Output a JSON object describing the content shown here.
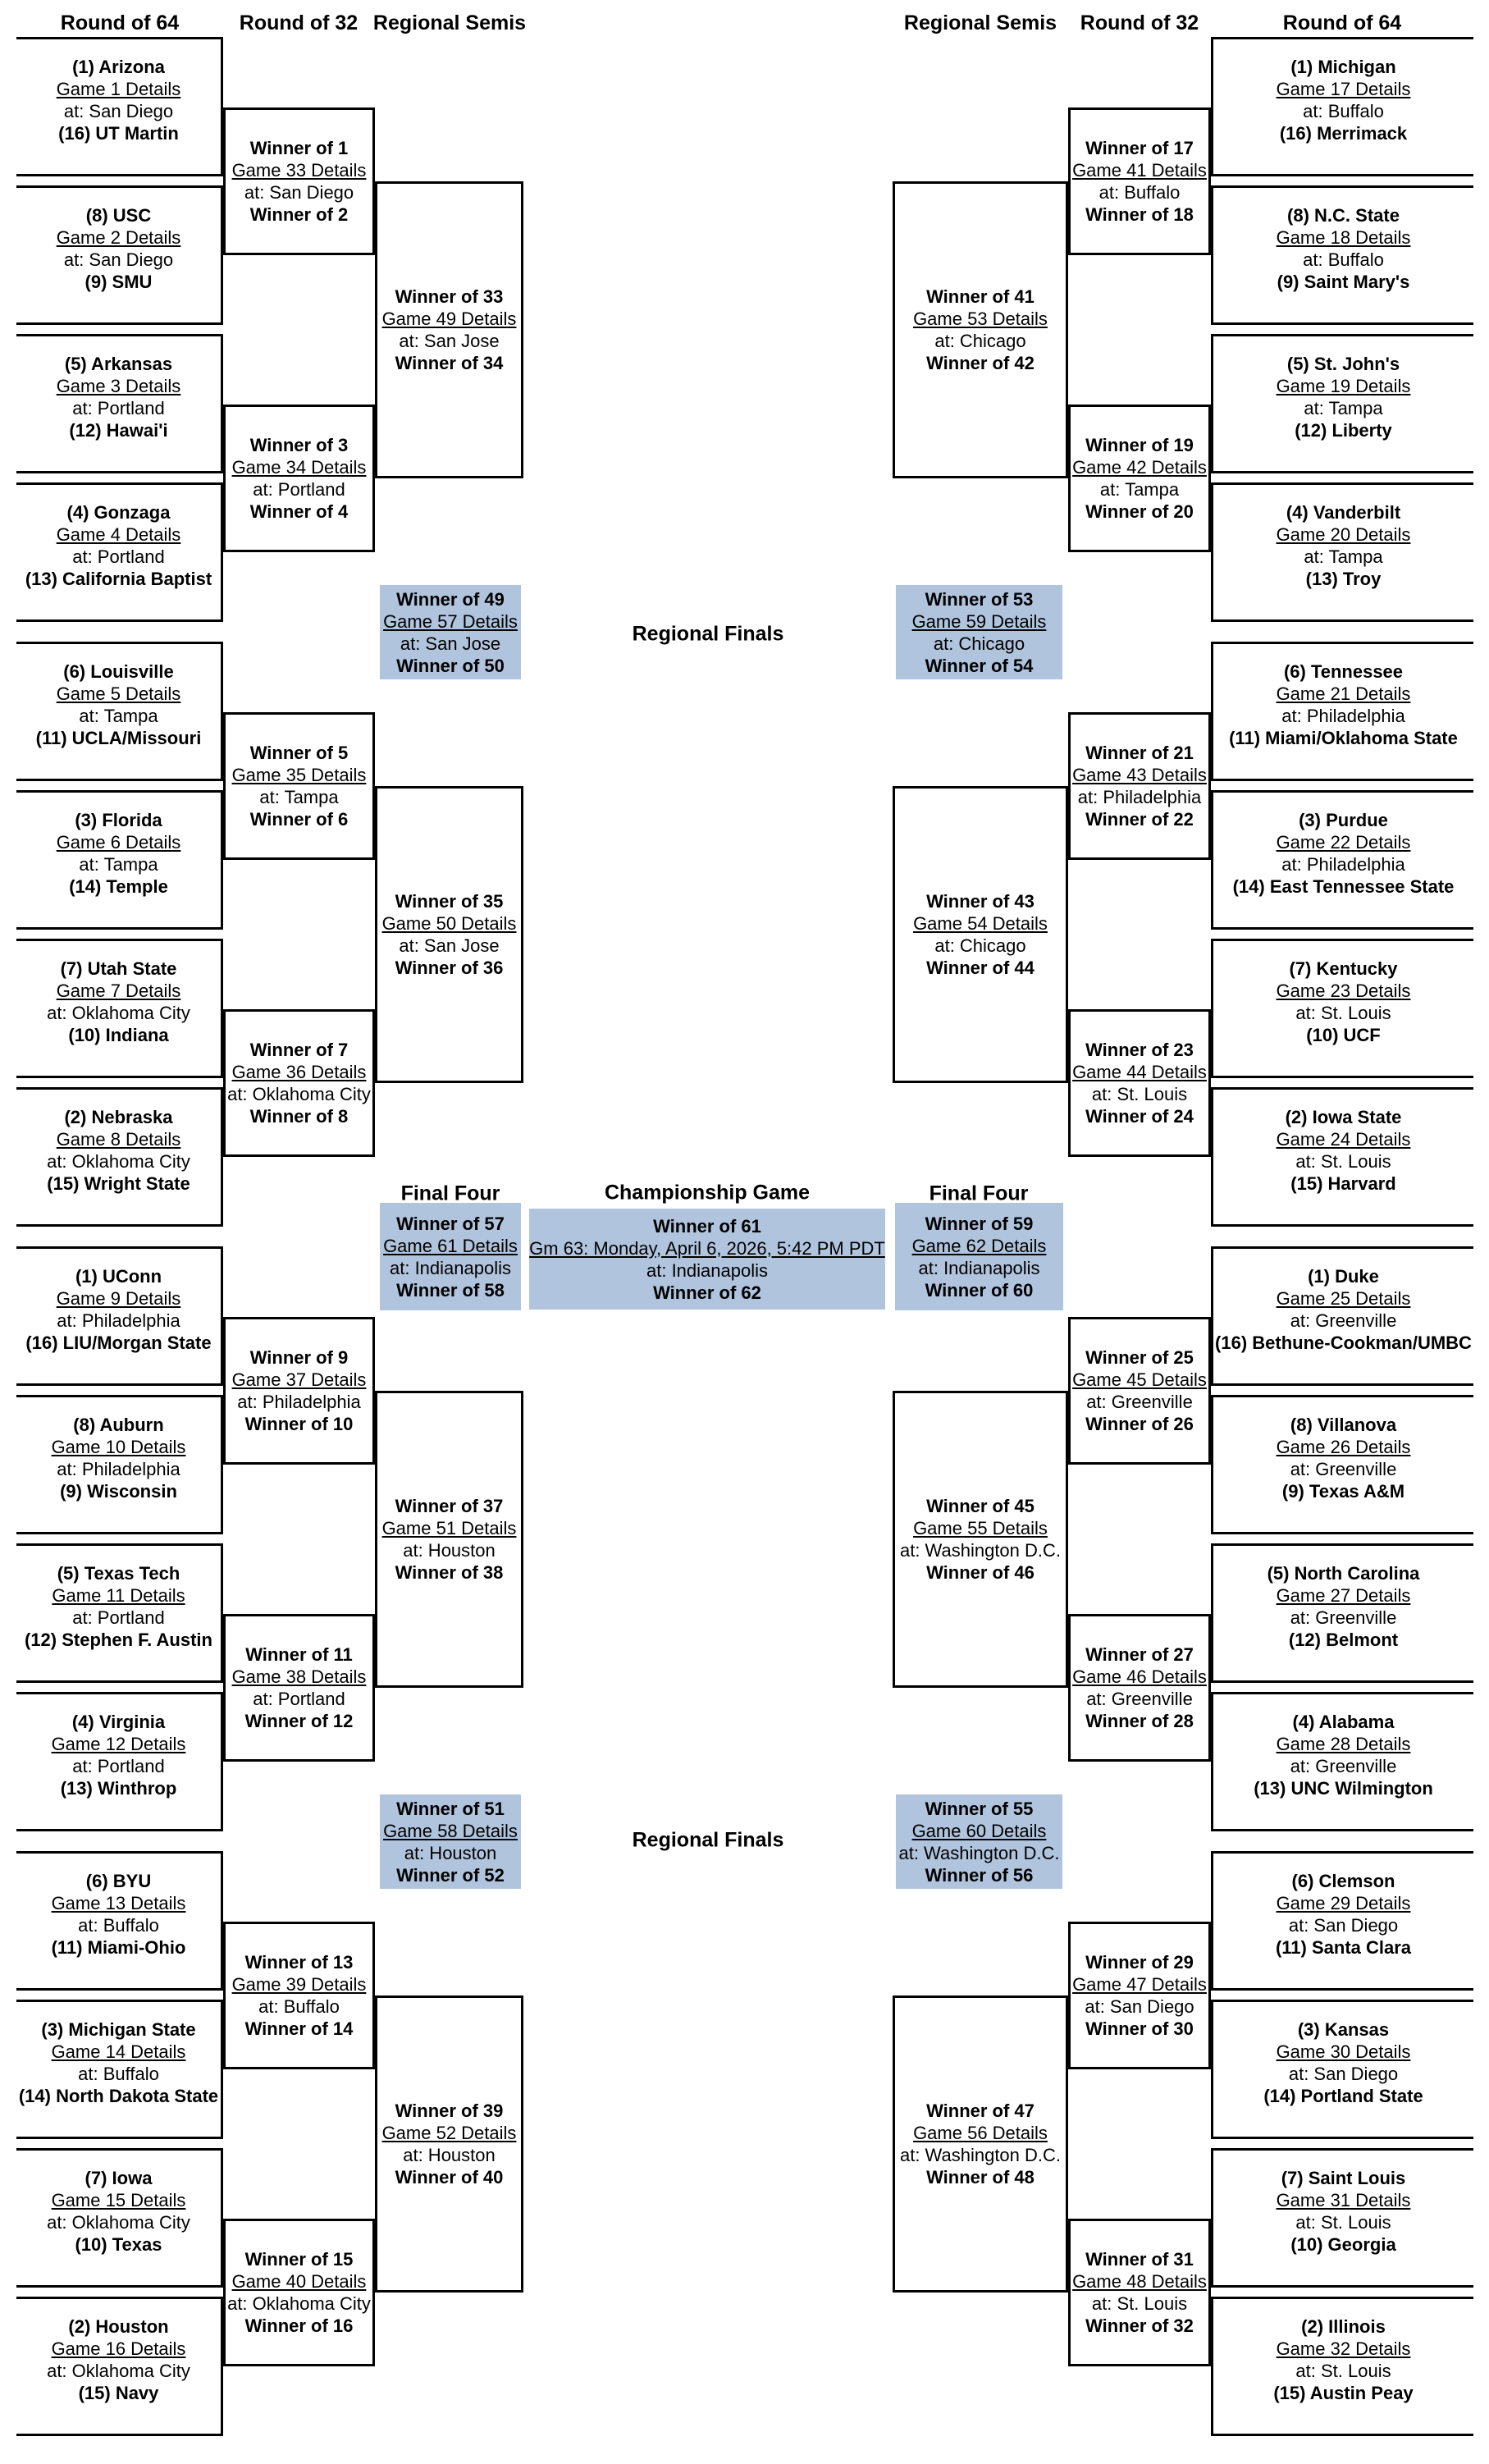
{
  "colors": {
    "highlight": "#b0c4de",
    "line": "#000000",
    "background": "#ffffff",
    "text": "#000000"
  },
  "column_headers": [
    {
      "label": "Round of 64"
    },
    {
      "label": "Round of 32"
    },
    {
      "label": "Regional Semis"
    },
    {
      "label": "Regional Semis"
    },
    {
      "label": "Round of 32"
    },
    {
      "label": "Round of 64"
    }
  ],
  "labels": {
    "regional_finals": "Regional Finals",
    "final_four": "Final Four",
    "championship": "Championship Game"
  },
  "games": [
    {
      "top": "(1) Arizona",
      "link": "Game 1 Details",
      "venue": "at: San Diego",
      "bottom": "(16) UT Martin"
    },
    {
      "top": "(8) USC",
      "link": "Game 2 Details",
      "venue": "at: San Diego",
      "bottom": "(9) SMU"
    },
    {
      "top": "(5) Arkansas",
      "link": "Game 3 Details",
      "venue": "at: Portland",
      "bottom": "(12) Hawai'i"
    },
    {
      "top": "(4) Gonzaga",
      "link": "Game 4 Details",
      "venue": "at: Portland",
      "bottom": "(13) California Baptist"
    },
    {
      "top": "(6) Louisville",
      "link": "Game 5 Details",
      "venue": "at: Tampa",
      "bottom": "(11) UCLA/Missouri"
    },
    {
      "top": "(3) Florida",
      "link": "Game 6 Details",
      "venue": "at: Tampa",
      "bottom": "(14) Temple"
    },
    {
      "top": "(7) Utah State",
      "link": "Game 7 Details",
      "venue": "at: Oklahoma City",
      "bottom": "(10) Indiana"
    },
    {
      "top": "(2) Nebraska",
      "link": "Game 8 Details",
      "venue": "at: Oklahoma City",
      "bottom": "(15) Wright State"
    },
    {
      "top": "(1) UConn",
      "link": "Game 9 Details",
      "venue": "at: Philadelphia",
      "bottom": "(16) LIU/Morgan State"
    },
    {
      "top": "(8) Auburn",
      "link": "Game 10 Details",
      "venue": "at: Philadelphia",
      "bottom": "(9) Wisconsin"
    },
    {
      "top": "(5) Texas Tech",
      "link": "Game 11 Details",
      "venue": "at: Portland",
      "bottom": "(12) Stephen F. Austin"
    },
    {
      "top": "(4) Virginia",
      "link": "Game 12 Details",
      "venue": "at: Portland",
      "bottom": "(13) Winthrop"
    },
    {
      "top": "(6) BYU",
      "link": "Game 13 Details",
      "venue": "at: Buffalo",
      "bottom": "(11) Miami-Ohio"
    },
    {
      "top": "(3) Michigan State",
      "link": "Game 14 Details",
      "venue": "at: Buffalo",
      "bottom": "(14) North Dakota State"
    },
    {
      "top": "(7) Iowa",
      "link": "Game 15 Details",
      "venue": "at: Oklahoma City",
      "bottom": "(10) Texas"
    },
    {
      "top": "(2) Houston",
      "link": "Game 16 Details",
      "venue": "at: Oklahoma City",
      "bottom": "(15) Navy"
    },
    {
      "top": "(1) Michigan",
      "link": "Game 17 Details",
      "venue": "at: Buffalo",
      "bottom": "(16) Merrimack"
    },
    {
      "top": "(8) N.C. State",
      "link": "Game 18 Details",
      "venue": "at: Buffalo",
      "bottom": "(9) Saint Mary's"
    },
    {
      "top": "(5) St. John's",
      "link": "Game 19 Details",
      "venue": "at: Tampa",
      "bottom": "(12) Liberty"
    },
    {
      "top": "(4) Vanderbilt",
      "link": "Game 20 Details",
      "venue": "at: Tampa",
      "bottom": "(13) Troy"
    },
    {
      "top": "(6) Tennessee",
      "link": "Game 21 Details",
      "venue": "at: Philadelphia",
      "bottom": "(11) Miami/Oklahoma State"
    },
    {
      "top": "(3) Purdue",
      "link": "Game 22 Details",
      "venue": "at: Philadelphia",
      "bottom": "(14) East Tennessee State"
    },
    {
      "top": "(7) Kentucky",
      "link": "Game 23 Details",
      "venue": "at: St. Louis",
      "bottom": "(10) UCF"
    },
    {
      "top": "(2) Iowa State",
      "link": "Game 24 Details",
      "venue": "at: St. Louis",
      "bottom": "(15) Harvard"
    },
    {
      "top": "(1) Duke",
      "link": "Game 25 Details",
      "venue": "at: Greenville",
      "bottom": "(16) Bethune-Cookman/UMBC"
    },
    {
      "top": "(8) Villanova",
      "link": "Game 26 Details",
      "venue": "at: Greenville",
      "bottom": "(9) Texas A&M"
    },
    {
      "top": "(5) North Carolina",
      "link": "Game 27 Details",
      "venue": "at: Greenville",
      "bottom": "(12) Belmont"
    },
    {
      "top": "(4) Alabama",
      "link": "Game 28 Details",
      "venue": "at: Greenville",
      "bottom": "(13) UNC Wilmington"
    },
    {
      "top": "(6) Clemson",
      "link": "Game 29 Details",
      "venue": "at: San Diego",
      "bottom": "(11) Santa Clara"
    },
    {
      "top": "(3) Kansas",
      "link": "Game 30 Details",
      "venue": "at: San Diego",
      "bottom": "(14) Portland State"
    },
    {
      "top": "(7) Saint Louis",
      "link": "Game 31 Details",
      "venue": "at: St. Louis",
      "bottom": "(10) Georgia"
    },
    {
      "top": "(2) Illinois",
      "link": "Game 32 Details",
      "venue": "at: St. Louis",
      "bottom": "(15) Austin Peay"
    },
    {
      "top": "Winner of 1",
      "link": "Game 33 Details",
      "venue": "at: San Diego",
      "bottom": "Winner of 2"
    },
    {
      "top": "Winner of 3",
      "link": "Game 34 Details",
      "venue": "at: Portland",
      "bottom": "Winner of 4"
    },
    {
      "top": "Winner of 5",
      "link": "Game 35 Details",
      "venue": "at: Tampa",
      "bottom": "Winner of 6"
    },
    {
      "top": "Winner of 7",
      "link": "Game 36 Details",
      "venue": "at: Oklahoma City",
      "bottom": "Winner of 8"
    },
    {
      "top": "Winner of 9",
      "link": "Game 37 Details",
      "venue": "at: Philadelphia",
      "bottom": "Winner of 10"
    },
    {
      "top": "Winner of 11",
      "link": "Game 38 Details",
      "venue": "at: Portland",
      "bottom": "Winner of 12"
    },
    {
      "top": "Winner of 13",
      "link": "Game 39 Details",
      "venue": "at: Buffalo",
      "bottom": "Winner of 14"
    },
    {
      "top": "Winner of 15",
      "link": "Game 40 Details",
      "venue": "at: Oklahoma City",
      "bottom": "Winner of 16"
    },
    {
      "top": "Winner of 17",
      "link": "Game 41 Details",
      "venue": "at: Buffalo",
      "bottom": "Winner of 18"
    },
    {
      "top": "Winner of 19",
      "link": "Game 42 Details",
      "venue": "at: Tampa",
      "bottom": "Winner of 20"
    },
    {
      "top": "Winner of 21",
      "link": "Game 43 Details",
      "venue": "at: Philadelphia",
      "bottom": "Winner of 22"
    },
    {
      "top": "Winner of 23",
      "link": "Game 44 Details",
      "venue": "at: St. Louis",
      "bottom": "Winner of 24"
    },
    {
      "top": "Winner of 25",
      "link": "Game 45 Details",
      "venue": "at: Greenville",
      "bottom": "Winner of 26"
    },
    {
      "top": "Winner of 27",
      "link": "Game 46 Details",
      "venue": "at: Greenville",
      "bottom": "Winner of 28"
    },
    {
      "top": "Winner of 29",
      "link": "Game 47 Details",
      "venue": "at: San Diego",
      "bottom": "Winner of 30"
    },
    {
      "top": "Winner of 31",
      "link": "Game 48 Details",
      "venue": "at: St. Louis",
      "bottom": "Winner of 32"
    },
    {
      "top": "Winner of 33",
      "link": "Game 49 Details",
      "venue": "at: San Jose",
      "bottom": "Winner of 34"
    },
    {
      "top": "Winner of 35",
      "link": "Game 50 Details",
      "venue": "at: San Jose",
      "bottom": "Winner of 36"
    },
    {
      "top": "Winner of 37",
      "link": "Game 51 Details",
      "venue": "at: Houston",
      "bottom": "Winner of 38"
    },
    {
      "top": "Winner of 39",
      "link": "Game 52 Details",
      "venue": "at: Houston",
      "bottom": "Winner of 40"
    },
    {
      "top": "Winner of 41",
      "link": "Game 53 Details",
      "venue": "at: Chicago",
      "bottom": "Winner of 42"
    },
    {
      "top": "Winner of 43",
      "link": "Game 54 Details",
      "venue": "at: Chicago",
      "bottom": "Winner of 44"
    },
    {
      "top": "Winner of 45",
      "link": "Game 55 Details",
      "venue": "at: Washington D.C.",
      "bottom": "Winner of 46"
    },
    {
      "top": "Winner of 47",
      "link": "Game 56 Details",
      "venue": "at: Washington D.C.",
      "bottom": "Winner of 48"
    },
    {
      "top": "Winner of 49",
      "link": "Game 57 Details",
      "venue": "at: San Jose",
      "bottom": "Winner of 50"
    },
    {
      "top": "Winner of 51",
      "link": "Game 58 Details",
      "venue": "at: Houston",
      "bottom": "Winner of 52"
    },
    {
      "top": "Winner of 53",
      "link": "Game 59 Details",
      "venue": "at: Chicago",
      "bottom": "Winner of 54"
    },
    {
      "top": "Winner of 55",
      "link": "Game 60 Details",
      "venue": "at: Washington D.C.",
      "bottom": "Winner of 56"
    },
    {
      "top": "Winner of 57",
      "link": "Game 61 Details",
      "venue": "at: Indianapolis",
      "bottom": "Winner of 58"
    },
    {
      "top": "Winner of 59",
      "link": "Game 62 Details",
      "venue": "at: Indianapolis",
      "bottom": "Winner of 60"
    },
    {
      "top": "Winner of 61",
      "link": "Gm 63: Monday, April 6, 2026, 5:42 PM PDT",
      "venue": "at: Indianapolis",
      "bottom": "Winner of 62"
    }
  ]
}
